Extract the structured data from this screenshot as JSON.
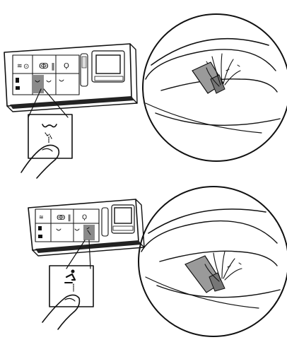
{
  "illustrations": [
    {
      "name": "front-wash",
      "highlighted_button": "rear-wash-button",
      "spray": "front"
    },
    {
      "name": "bidet-wash",
      "highlighted_button": "bidet-button",
      "spray": "bidet"
    }
  ],
  "colors": {
    "ink": "#111111",
    "highlight": "#8a8a8a",
    "nozzle": "#9a9a9a",
    "panel_face": "#ffffff"
  }
}
